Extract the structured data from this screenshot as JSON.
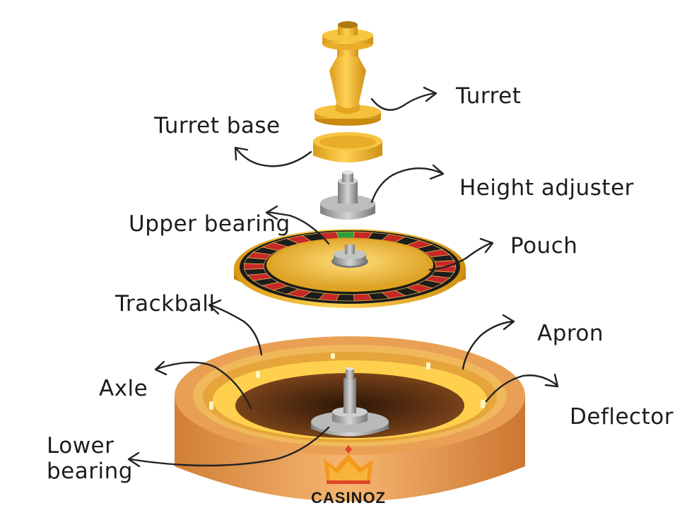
{
  "labels": {
    "turret": "Turret",
    "turret_base": "Turret base",
    "height_adjuster": "Height adjuster",
    "upper_bearing": "Upper bearing",
    "pouch": "Pouch",
    "trackball": "Trackball",
    "apron": "Apron",
    "axle": "Axle",
    "deflector": "Deflector",
    "lower_bearing_line1": "Lower",
    "lower_bearing_line2": "bearing"
  },
  "logo": {
    "text": "CASINOZ",
    "icon": "crown-icon"
  },
  "colors": {
    "gold": "#f0b62a",
    "gold_dark": "#c98a12",
    "bowl_outer": "#e79a4a",
    "bowl_dark": "#5b3214",
    "metal": "#9a9a9a",
    "wheel_red": "#c62828",
    "wheel_black": "#1c1c1c",
    "wheel_green": "#2e9e3a",
    "crown_orange": "#f39a1e",
    "crown_red": "#e0462a"
  }
}
